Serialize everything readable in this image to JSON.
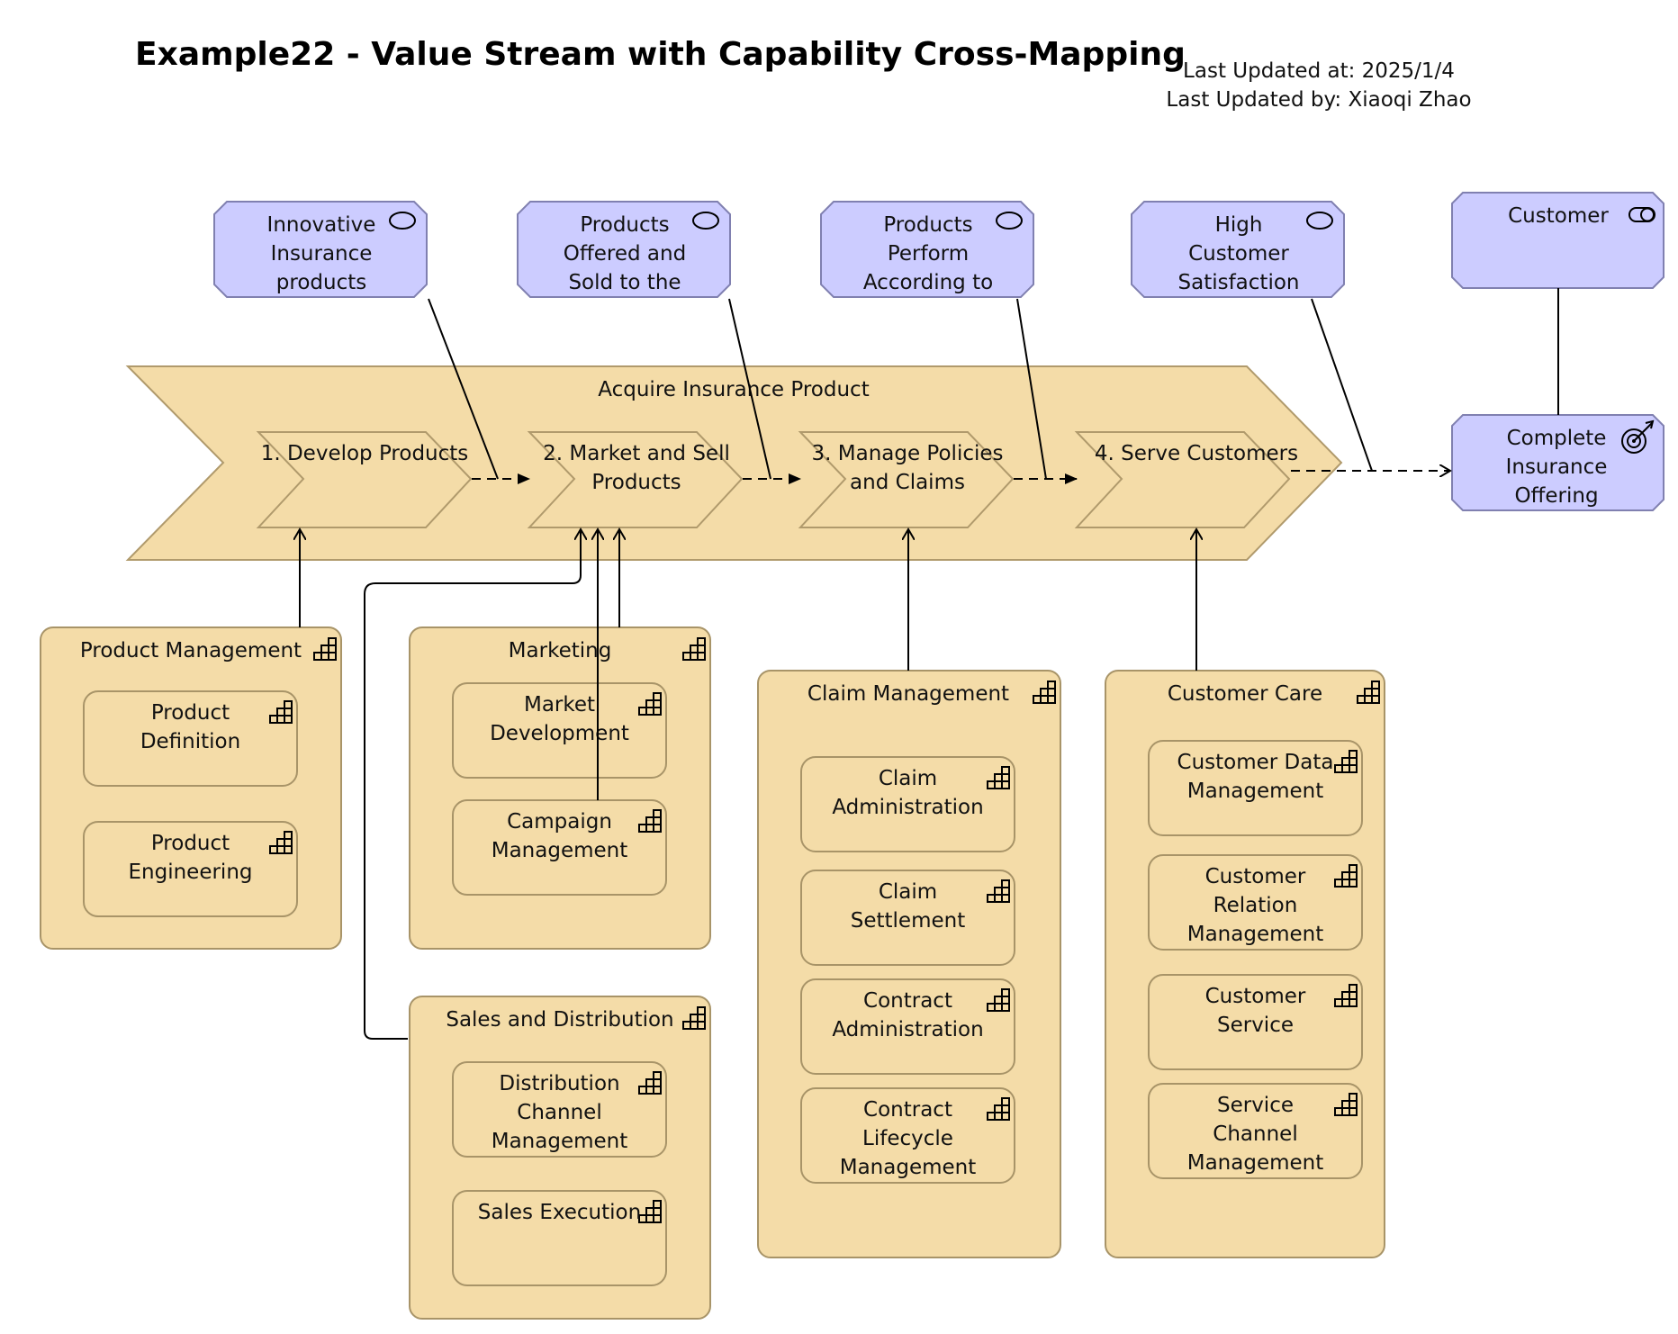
{
  "header": {
    "title": "Example22 - Value Stream with Capability Cross-Mapping",
    "updated_at": "Last Updated at: 2025/1/4",
    "updated_by": "Last Updated by: Xiaoqi Zhao"
  },
  "value_stream": {
    "name": "Acquire Insurance Product",
    "stages": [
      {
        "label_lines": [
          "1. Develop Products"
        ]
      },
      {
        "label_lines": [
          "2. Market and Sell",
          "Products"
        ]
      },
      {
        "label_lines": [
          "3. Manage Policies",
          "and Claims"
        ]
      },
      {
        "label_lines": [
          "4. Serve Customers"
        ]
      }
    ]
  },
  "values": [
    {
      "label_lines": [
        "Innovative",
        "Insurance",
        "products"
      ]
    },
    {
      "label_lines": [
        "Products",
        "Offered and",
        "Sold to the"
      ]
    },
    {
      "label_lines": [
        "Products",
        "Perform",
        "According to"
      ]
    },
    {
      "label_lines": [
        "High",
        "Customer",
        "Satisfaction"
      ]
    }
  ],
  "stakeholder": {
    "label": "Customer"
  },
  "outcome": {
    "label_lines": [
      "Complete",
      "Insurance",
      "Offering"
    ]
  },
  "capability_groups": [
    {
      "name": "Product Management",
      "children": [
        {
          "label_lines": [
            "Product",
            "Definition"
          ]
        },
        {
          "label_lines": [
            "Product",
            "Engineering"
          ]
        }
      ]
    },
    {
      "name": "Marketing",
      "children": [
        {
          "label_lines": [
            "Market",
            "Development"
          ]
        },
        {
          "label_lines": [
            "Campaign",
            "Management"
          ]
        }
      ]
    },
    {
      "name": "Sales and Distribution",
      "children": [
        {
          "label_lines": [
            "Distribution",
            "Channel",
            "Management"
          ]
        },
        {
          "label_lines": [
            "Sales Execution"
          ]
        }
      ]
    },
    {
      "name": "Claim Management",
      "children": [
        {
          "label_lines": [
            "Claim",
            "Administration"
          ]
        },
        {
          "label_lines": [
            "Claim",
            "Settlement"
          ]
        },
        {
          "label_lines": [
            "Contract",
            "Administration"
          ]
        },
        {
          "label_lines": [
            "Contract",
            "Lifecycle",
            "Management"
          ]
        }
      ]
    },
    {
      "name": "Customer Care",
      "children": [
        {
          "label_lines": [
            "Customer Data",
            "Management"
          ]
        },
        {
          "label_lines": [
            "Customer",
            "Relation",
            "Management"
          ]
        },
        {
          "label_lines": [
            "Customer",
            "Service"
          ]
        },
        {
          "label_lines": [
            "Service",
            "Channel",
            "Management"
          ]
        }
      ]
    }
  ]
}
